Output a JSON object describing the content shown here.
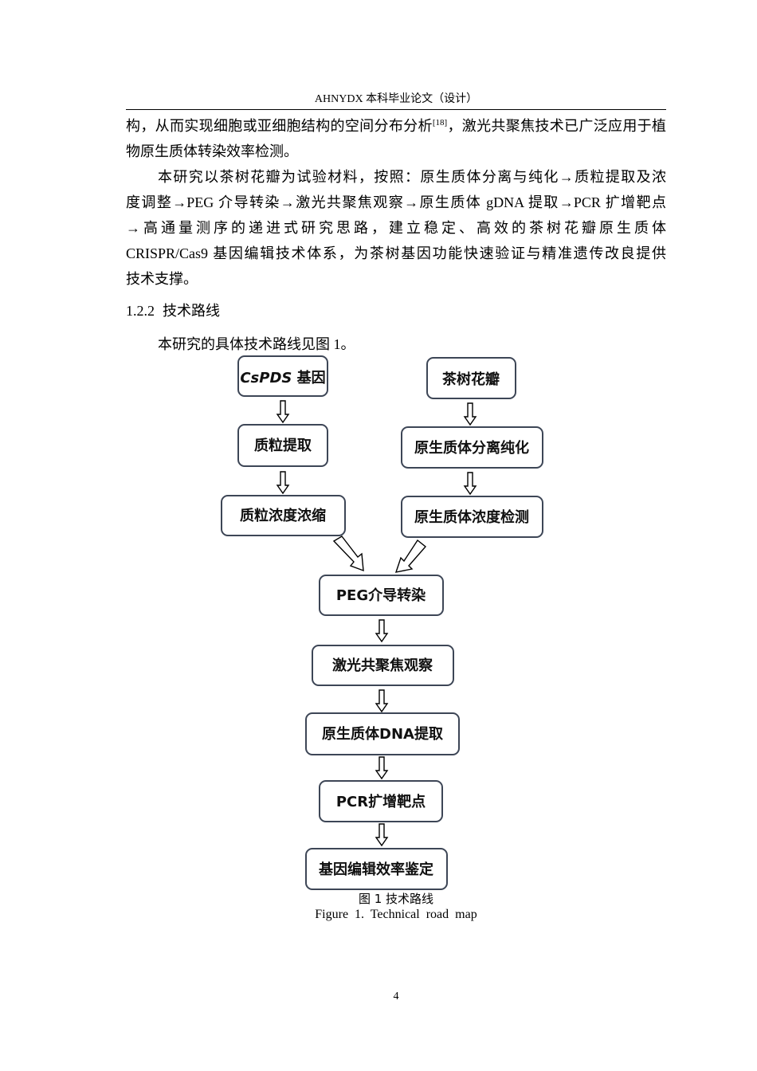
{
  "header": {
    "title": "AHNYDX 本科毕业论文（设计）"
  },
  "paragraphs": {
    "p1": {
      "before_ref": "构，从而实现细胞或亚细胞结构的空间分布分析",
      "ref": "[18]",
      "after_ref": "，激光共聚焦技术已广泛应用于植物原生质体转染效率检测。"
    },
    "p2": {
      "lines": [
        "本研究以茶树花瓣为试验材料，按照：原生质体分离与纯化→质粒提取及浓",
        "度调整→PEG 介导转染→激光共聚焦观察→原生质体 gDNA 提取→PCR 扩增靶点",
        "→高通量测序的递进式研究思路，建立稳定、高效的茶树花瓣原生质体",
        "CRISPR/Cas9 基因编辑技术体系，为茶树基因功能快速验证与精准遗传改良提供",
        "技术支撑。"
      ]
    },
    "section": {
      "number": "1.2.2",
      "title": "技术路线"
    },
    "p3": {
      "text": "本研究的具体技术路线见图 1。"
    }
  },
  "flowchart": {
    "left_branch": {
      "gene_italic": "CsPDS",
      "gene_suffix": " 基因",
      "step2": "质粒提取",
      "step3": "质粒浓度浓缩"
    },
    "right_branch": {
      "step1": "茶树花瓣",
      "step2": "原生质体分离纯化",
      "step3": "原生质体浓度检测"
    },
    "main_steps": [
      "PEG介导转染",
      "激光共聚焦观察",
      "原生质体DNA提取",
      "PCR扩增靶点",
      "基因编辑效率鉴定"
    ]
  },
  "figure": {
    "caption_cn": "图 1  技术路线",
    "caption_en": "Figure 1. Technical road map"
  },
  "page_number": "4"
}
